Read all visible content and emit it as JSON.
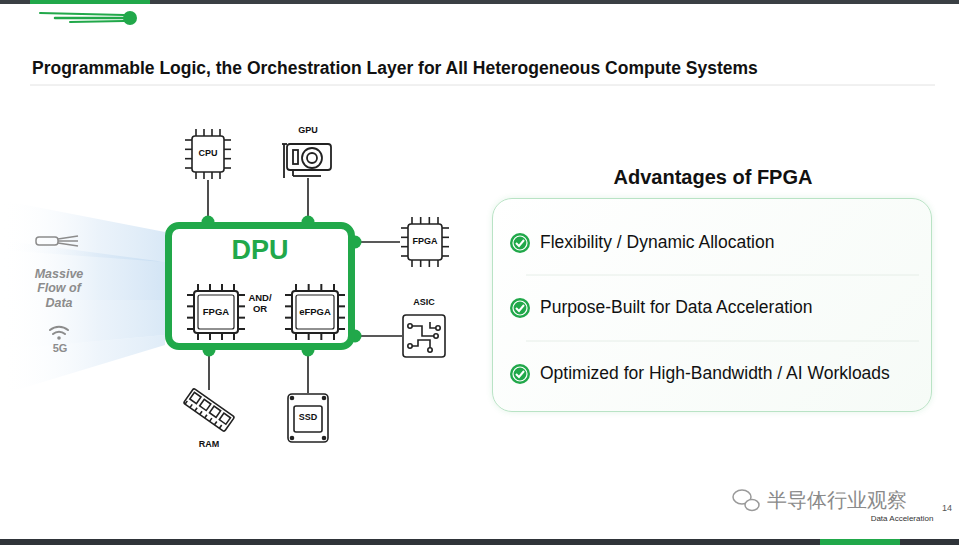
{
  "diagram": {
    "title": "Programmable Logic, the Orchestration Layer for All Heterogeneous Compute Systems",
    "nodes": [
      {
        "text": [
          "DPU"
        ]
      },
      {
        "text": [
          "FPGA"
        ],
        "in": 0
      },
      {
        "text": [
          "eFPGA"
        ],
        "in": 0
      },
      {
        "text": [
          "CPU"
        ]
      },
      {
        "text": [
          "GPU"
        ]
      },
      {
        "text": [
          "FPGA"
        ]
      },
      {
        "text": [
          "ASIC"
        ]
      },
      {
        "text": [
          "RAM"
        ]
      },
      {
        "text": [
          "SSD"
        ]
      },
      {
        "text": [
          "Advantages of FPGA",
          "Flexibility / Dynamic Allocation",
          "Purpose-Built for Data Acceleration",
          "Optimized for High-Bandwidth / AI Workloads"
        ]
      }
    ],
    "edges": [
      {
        "from": 0,
        "to": 3,
        "arrow": "none"
      },
      {
        "from": 0,
        "to": 4,
        "arrow": "none"
      },
      {
        "from": 0,
        "to": 5,
        "arrow": "none"
      },
      {
        "from": 0,
        "to": 6,
        "arrow": "none"
      },
      {
        "from": 0,
        "to": 7,
        "arrow": "none"
      },
      {
        "from": 0,
        "to": 8,
        "arrow": "none"
      }
    ],
    "labels": [
      "AND/ OR",
      "Massive Flow of Data",
      "5G",
      "Data Acceleration",
      "半导体行业观察",
      "14"
    ]
  }
}
